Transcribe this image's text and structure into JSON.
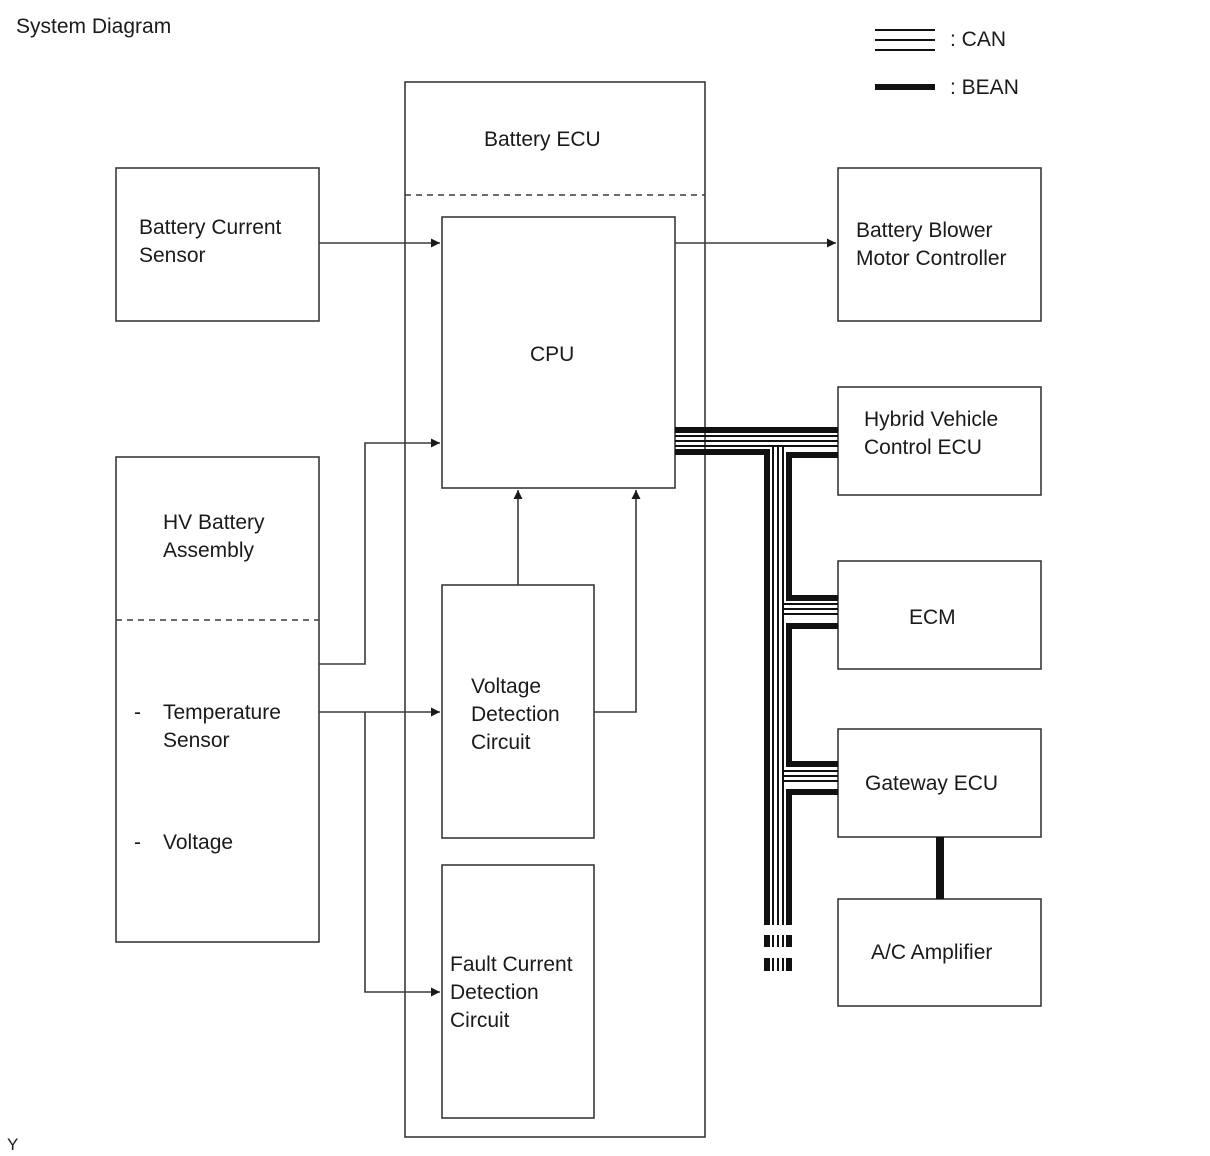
{
  "title": "System Diagram",
  "figure_code": "Y",
  "legend": {
    "can_label": ": CAN",
    "bean_label": ": BEAN"
  },
  "blocks": {
    "battery_ecu": "Battery ECU",
    "cpu": "CPU",
    "voltage_detection": [
      "Voltage",
      "Detection",
      "Circuit"
    ],
    "fault_current_detection": [
      "Fault Current",
      "Detection",
      "Circuit"
    ],
    "battery_current_sensor": [
      "Battery Current",
      "Sensor"
    ],
    "hv_battery_assembly": [
      "HV Battery",
      "Assembly"
    ],
    "hv_items": {
      "bullet": "-",
      "temperature_sensor": [
        "Temperature",
        "Sensor"
      ],
      "voltage": "Voltage"
    },
    "battery_blower": [
      "Battery Blower",
      "Motor Controller"
    ],
    "hybrid_vehicle_ecu": [
      "Hybrid Vehicle",
      "Control ECU"
    ],
    "ecm": "ECM",
    "gateway_ecu": "Gateway ECU",
    "ac_amplifier": "A/C Amplifier"
  }
}
